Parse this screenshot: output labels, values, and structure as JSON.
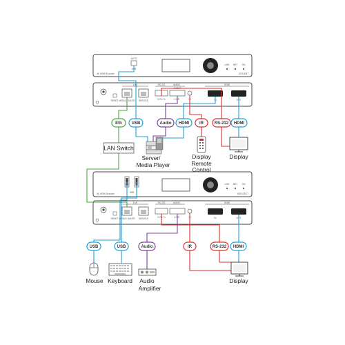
{
  "devices": {
    "encoder": {
      "front_title": "4K HDMI Encoder",
      "front_model": "KDS-EN7",
      "front_leds": [
        "LINK",
        "NET",
        "ON"
      ],
      "usb_port": "USB",
      "rear_title": "USB",
      "rear_section": "HDMI"
    },
    "decoder": {
      "front_title": "4K HDMI Decoder",
      "front_model": "KDS-DEC7",
      "front_leds": [
        "LINK",
        "NET",
        "ON"
      ],
      "usb_port": "USB",
      "rear_section": "HDMI"
    }
  },
  "tags": {
    "eth": "Eth",
    "usb_top": "USB",
    "audio_top": "Audio",
    "hdmi_top": "HDMI",
    "ir_top": "IR",
    "rs232_top": "RS-232",
    "hdmi_out_top": "HDMI",
    "usb_mouse": "USB",
    "usb_keyboard": "USB",
    "audio_bottom": "Audio",
    "ir_bottom": "IR",
    "rs232_bottom": "RS-232",
    "hdmi_bottom": "HDMI"
  },
  "labels": {
    "lan_switch": "LAN Switch",
    "server_line1": "Server/",
    "server_line2": "Media Player",
    "remote_line1": "Display",
    "remote_line2": "Remote",
    "remote_line3": "Control",
    "display_top": "Display",
    "mouse": "Mouse",
    "keyboard": "Keyboard",
    "amplifier_line1": "Audio",
    "amplifier_line2": "Amplifier",
    "display_bottom": "Display"
  },
  "colors": {
    "green": "#4aa63e",
    "blue": "#1aa0d8",
    "purple": "#7b3f98",
    "red": "#e02b2b",
    "device_border": "#444444"
  }
}
